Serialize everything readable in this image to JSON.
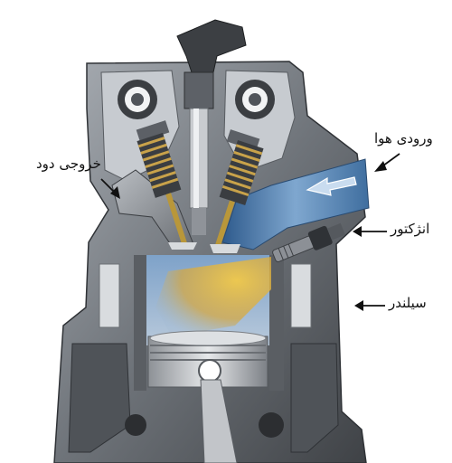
{
  "labels": {
    "air_intake": "ورودی هوا",
    "exhaust": "خروجی دود",
    "injector": "انژکتور",
    "cylinder": "سیلندر"
  },
  "colors": {
    "metal_dark": "#4a4d52",
    "metal_mid": "#8b9096",
    "metal_light": "#d5d8dc",
    "intake_blue": "#5b87b5",
    "fuel_spray": "#e2b33c",
    "spring_gold": "#b38a2c"
  },
  "icons": [
    "arrow-icon"
  ]
}
